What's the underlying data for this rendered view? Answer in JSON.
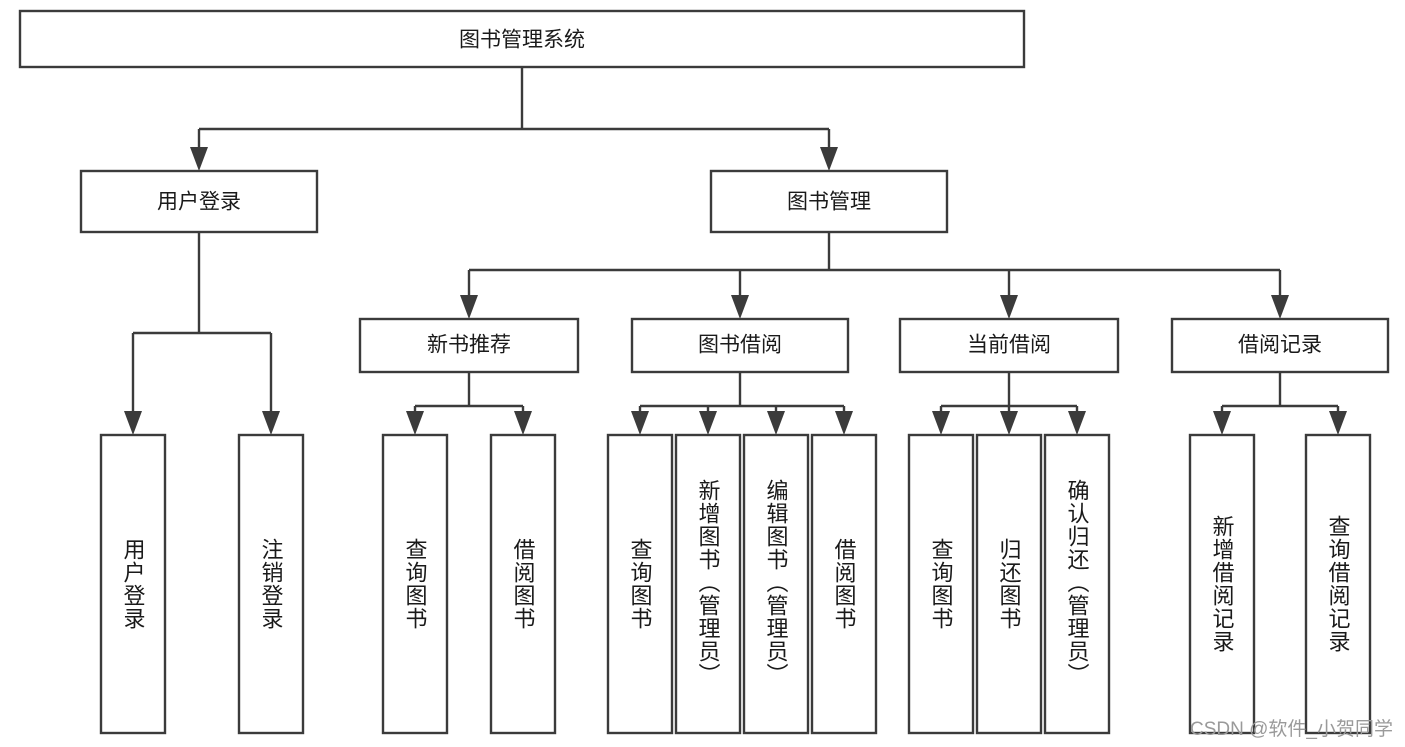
{
  "diagram": {
    "type": "tree-hierarchy",
    "title": "图书管理系统",
    "watermark": "CSDN @软件_小贺同学",
    "colors": {
      "box_stroke": "#3b3b3b",
      "box_fill": "#ffffff",
      "text": "#1a1a1a",
      "watermark": "#9a9a9a",
      "background": "#ffffff"
    },
    "root": {
      "label": "图书管理系统"
    },
    "level1": [
      {
        "label": "用户登录"
      },
      {
        "label": "图书管理"
      }
    ],
    "level2": [
      {
        "label": "新书推荐",
        "parent": "图书管理"
      },
      {
        "label": "图书借阅",
        "parent": "图书管理"
      },
      {
        "label": "当前借阅",
        "parent": "图书管理"
      },
      {
        "label": "借阅记录",
        "parent": "图书管理"
      }
    ],
    "leaves": {
      "user_login": [
        {
          "label": "用户登录"
        },
        {
          "label": "注销登录"
        }
      ],
      "new_book_recommend": [
        {
          "label": "查询图书"
        },
        {
          "label": "借阅图书"
        }
      ],
      "book_borrow": [
        {
          "label": "查询图书"
        },
        {
          "label": "新增图书（管理员）"
        },
        {
          "label": "编辑图书（管理员）"
        },
        {
          "label": "借阅图书"
        }
      ],
      "current_borrow": [
        {
          "label": "查询图书"
        },
        {
          "label": "归还图书"
        },
        {
          "label": "确认归还（管理员）"
        }
      ],
      "borrow_record": [
        {
          "label": "新增借阅记录"
        },
        {
          "label": "查询借阅记录"
        }
      ]
    }
  }
}
